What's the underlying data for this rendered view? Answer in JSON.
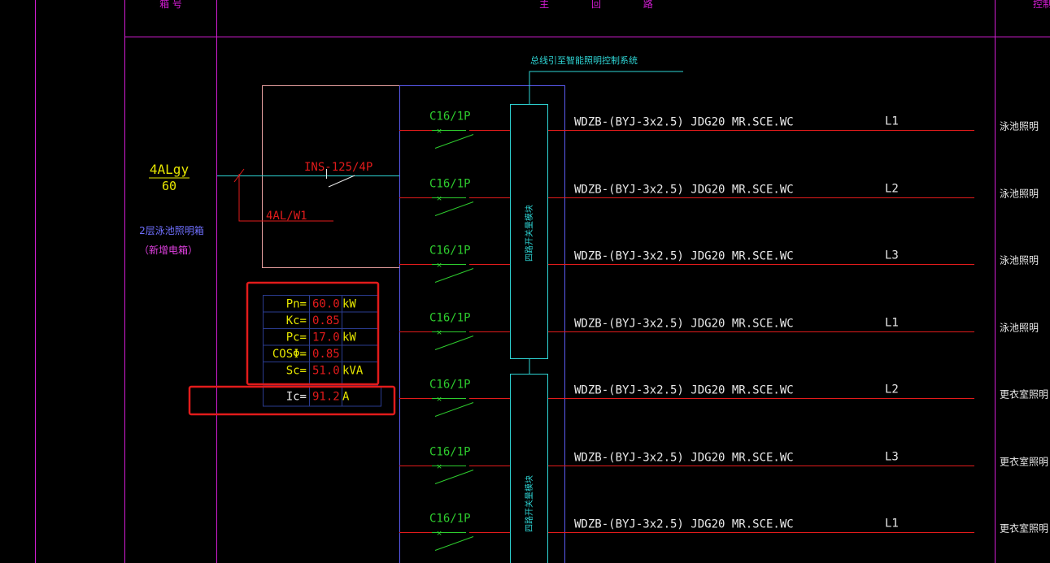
{
  "header": {
    "col_box_no": "箱 号",
    "col_main_circuit": "主 回 路",
    "col_control": "控制"
  },
  "colors": {
    "background": "#000000",
    "frame": "#d21dd2",
    "cyan": "#2ed3d3",
    "green": "#2ecc2e",
    "red": "#e21b1b",
    "yellow": "#e6e600",
    "white": "#e8e8e8",
    "blue": "#5a5af0"
  },
  "panel": {
    "id": "4ALgy",
    "number": "60",
    "desc_line1": "2层泳池照明箱",
    "desc_line2": "（新增电箱）",
    "incoming_switch": "INS-125/4P",
    "incoming_cable": "4AL/W1",
    "control_note": "总线引至智能照明控制系统"
  },
  "load_table": {
    "rows": [
      {
        "label": "Pn=",
        "value": "60.0",
        "unit": "kW"
      },
      {
        "label": "Kc=",
        "value": "0.85",
        "unit": ""
      },
      {
        "label": "Pc=",
        "value": "17.0",
        "unit": "kW"
      },
      {
        "label": "COSΦ=",
        "value": "0.85",
        "unit": ""
      },
      {
        "label": "Sc=",
        "value": "51.0",
        "unit": "kVA"
      }
    ],
    "current": {
      "label": "Ic=",
      "value": "91.2",
      "unit": "A"
    }
  },
  "modules": [
    {
      "label": "四路开关量模块"
    },
    {
      "label": "四路开关量模块"
    }
  ],
  "circuits": [
    {
      "breaker": "C16/1P",
      "cable": "WDZB-(BYJ-3x2.5) JDG20 MR.SCE.WC",
      "phase": "L1",
      "use": "泳池照明"
    },
    {
      "breaker": "C16/1P",
      "cable": "WDZB-(BYJ-3x2.5) JDG20 MR.SCE.WC",
      "phase": "L2",
      "use": "泳池照明"
    },
    {
      "breaker": "C16/1P",
      "cable": "WDZB-(BYJ-3x2.5) JDG20 MR.SCE.WC",
      "phase": "L3",
      "use": "泳池照明"
    },
    {
      "breaker": "C16/1P",
      "cable": "WDZB-(BYJ-3x2.5) JDG20 MR.SCE.WC",
      "phase": "L1",
      "use": "泳池照明"
    },
    {
      "breaker": "C16/1P",
      "cable": "WDZB-(BYJ-3x2.5) JDG20 MR.SCE.WC",
      "phase": "L2",
      "use": "更衣室照明"
    },
    {
      "breaker": "C16/1P",
      "cable": "WDZB-(BYJ-3x2.5) JDG20 MR.SCE.WC",
      "phase": "L3",
      "use": "更衣室照明"
    },
    {
      "breaker": "C16/1P",
      "cable": "WDZB-(BYJ-3x2.5) JDG20 MR.SCE.WC",
      "phase": "L1",
      "use": "更衣室照明"
    }
  ]
}
